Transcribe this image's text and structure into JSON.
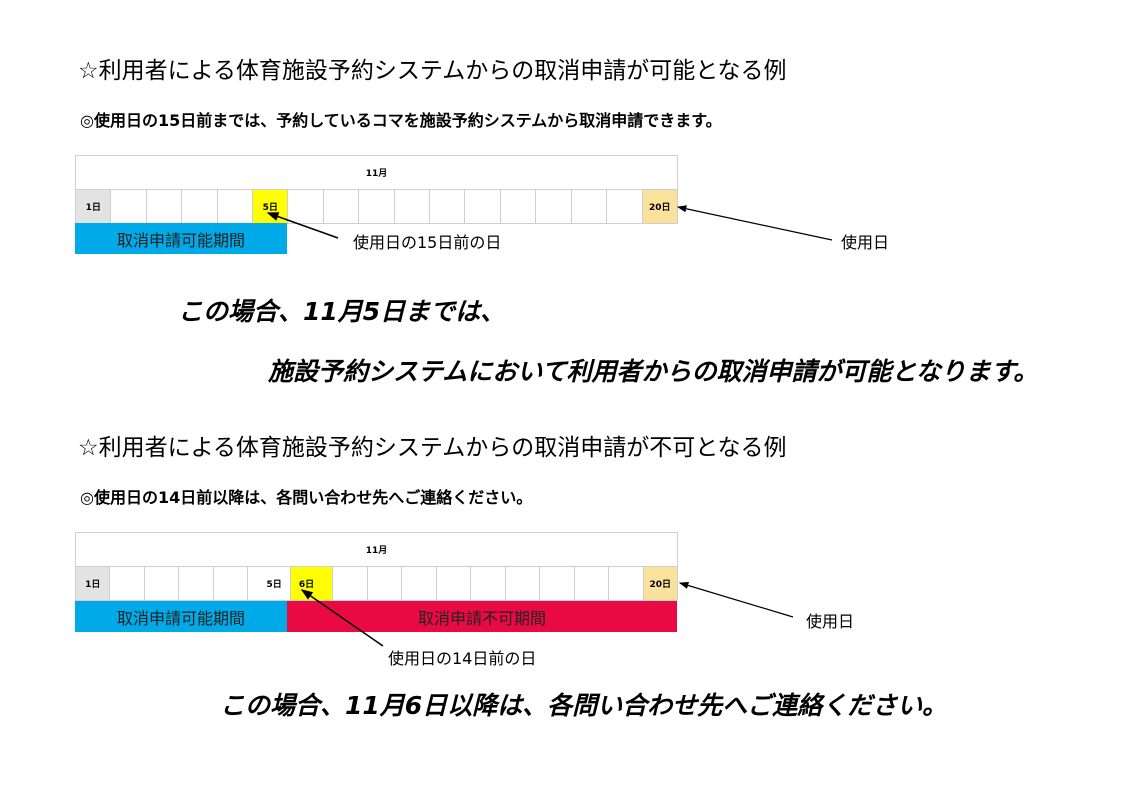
{
  "section1": {
    "title": "☆利用者による体育施設予約システムからの取消申請が可能となる例",
    "subtitle": "◎使用日の15日前までは、予約しているコマを施設予約システムから取消申請できます。",
    "month": "11月",
    "days": [
      "1日",
      "",
      "",
      "",
      "",
      "5日",
      "",
      "",
      "",
      "",
      "",
      "",
      "",
      "",
      "",
      "",
      "20日"
    ],
    "bar_possible": "取消申請可能期間",
    "annotation_before": "使用日の15日前の日",
    "annotation_use_day": "使用日",
    "note_line1": "この場合、11月5日までは、",
    "note_line2": "施設予約システムにおいて利用者からの取消申請が可能となります。"
  },
  "section2": {
    "title": "☆利用者による体育施設予約システムからの取消申請が不可となる例",
    "subtitle": "◎使用日の14日前以降は、各問い合わせ先へご連絡ください。",
    "month": "11月",
    "days": [
      "1日",
      "",
      "",
      "",
      "",
      "5日",
      "6日",
      "",
      "",
      "",
      "",
      "",
      "",
      "",
      "",
      "",
      "20日"
    ],
    "bar_possible": "取消申請可能期間",
    "bar_impossible": "取消申請不可期間",
    "annotation_before": "使用日の14日前の日",
    "annotation_use_day": "使用日",
    "note": "この場合、11月6日以降は、各問い合わせ先へご連絡ください。"
  },
  "colors": {
    "first_day": "#e3e3e3",
    "highlight": "#ffff00",
    "use_day": "#fbe29c",
    "possible": "#00a9e8",
    "impossible": "#ea0a43"
  }
}
